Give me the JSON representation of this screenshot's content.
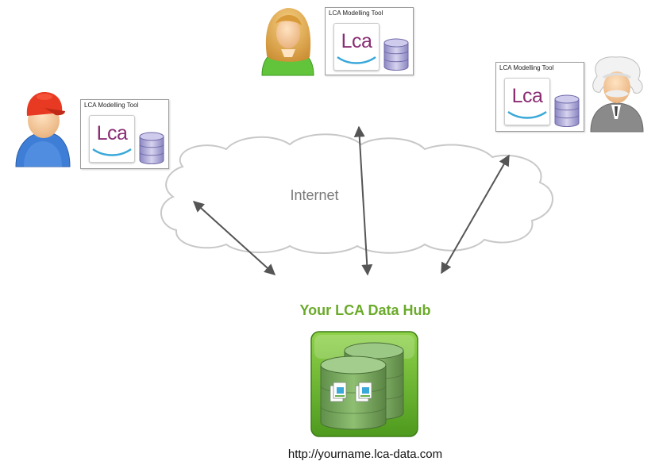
{
  "cloud": {
    "label": "Internet"
  },
  "hub": {
    "title": "Your LCA Data Hub",
    "url": "http://yourname.lca-data.com"
  },
  "tools": [
    {
      "title": "LCA Modelling Tool",
      "logo": "Lca"
    },
    {
      "title": "LCA Modelling Tool",
      "logo": "Lca"
    },
    {
      "title": "LCA Modelling Tool",
      "logo": "Lca"
    }
  ],
  "colors": {
    "hub_green": "#6aaa2a",
    "logo_purple": "#8a2d73",
    "logo_swoosh": "#3aa8d8",
    "db_lavender": "#b4b0d8",
    "cloud_stroke": "#c8c8c8"
  },
  "icons": {
    "user_left": "worker-avatar-icon",
    "user_center": "woman-avatar-icon",
    "user_right": "scientist-avatar-icon",
    "database": "database-icon",
    "hub": "data-hub-database-icon"
  }
}
